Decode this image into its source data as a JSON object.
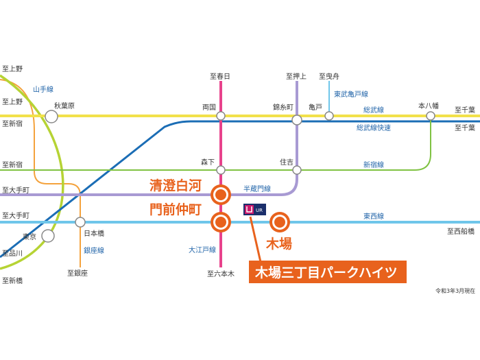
{
  "colors": {
    "yamanote": "#b6d334",
    "sobu": "#f2e14a",
    "sobu_rapid": "#1b6db5",
    "shinjuku": "#7fc242",
    "hanzomon": "#a89ad3",
    "tozai": "#6fc6ea",
    "oedo": "#e8428c",
    "ginza": "#f4a23c",
    "tobu_kameido": "#6fc6ea",
    "accent": "#e8621d"
  },
  "lines": {
    "yamanote": "山手線",
    "sobu": "総武線",
    "sobu_rapid": "総武線快速",
    "shinjuku": "新宿線",
    "hanzomon": "半蔵門線",
    "tozai": "東西線",
    "oedo": "大江戸線",
    "ginza": "銀座線",
    "tobu_kameido": "東武亀戸線"
  },
  "directions": {
    "ueno_1": "至上野",
    "ueno_2": "至上野",
    "shinjuku_1": "至新宿",
    "shinjuku_2": "至新宿",
    "otemachi_1": "至大手町",
    "otemachi_2": "至大手町",
    "shinagawa": "至品川",
    "shinbashi": "至新橋",
    "ginza": "至銀座",
    "kasuga": "至春日",
    "roppongi": "至六本木",
    "oshiage": "至押上",
    "hikifune": "至曳舟",
    "chiba_1": "至千葉",
    "chiba_2": "至千葉",
    "nishifunabashi": "至西船橋"
  },
  "stations": {
    "akihabara": "秋葉原",
    "ryogoku": "両国",
    "kinshicho": "錦糸町",
    "kameido": "亀戸",
    "motoyawata": "本八幡",
    "morishita": "森下",
    "sumiyoshi": "住吉",
    "nihonbashi": "日本橋",
    "tokyo": "東京",
    "kiyosumi": "清澄白河",
    "monzen": "門前仲町",
    "kiba": "木場"
  },
  "property": {
    "name": "木場三丁目パークハイツ",
    "logo_text": "UR"
  },
  "footnote": "令和3年3月現在"
}
